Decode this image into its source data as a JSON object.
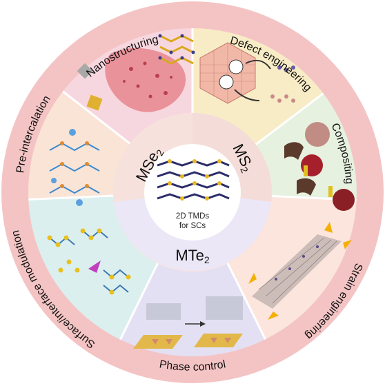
{
  "colors": {
    "outer_ring": "#f4c4c4",
    "inner_ring": "#fbe3dc",
    "center_fill": "#ffffff",
    "sector_fills": [
      "#f7d7df",
      "#f8ecc6",
      "#e6f1df",
      "#fbe5dc",
      "#e4e0f4",
      "#dcefef",
      "#f9e4d6"
    ],
    "mse2_zone": "#f7e1dc",
    "ms2_zone": "#f4dcd8",
    "mte2_zone": "#ebe7f7"
  },
  "center": {
    "line1": "2D TMDs",
    "line2": "for SCs",
    "image": "layered-crystal-structure"
  },
  "materials": [
    {
      "formula": "MSe",
      "subscript": "2"
    },
    {
      "formula": "MS",
      "subscript": "2"
    },
    {
      "formula": "MTe",
      "subscript": "2"
    }
  ],
  "strategies": [
    {
      "label": "Nanostructuring"
    },
    {
      "label": "Defect engineering"
    },
    {
      "label": "Compositing"
    },
    {
      "label": "Strain engineering"
    },
    {
      "label": "Phase control"
    },
    {
      "label": "Surface/interface modulation"
    },
    {
      "label": "Pre-intercalation"
    }
  ]
}
